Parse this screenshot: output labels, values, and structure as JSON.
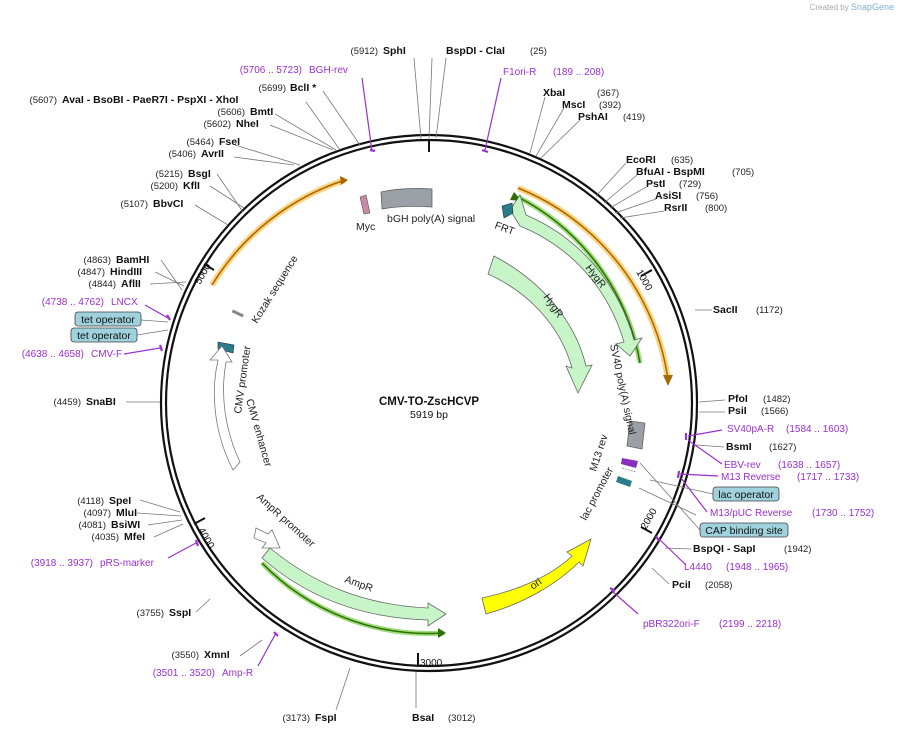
{
  "credit": {
    "prefix": "Created by",
    "brand": "SnapGene"
  },
  "plasmid": {
    "name": "CMV-TO-ZscHCVP",
    "length_label": "5919 bp"
  },
  "ticks": [
    "1000",
    "2000",
    "3000",
    "4000",
    "5000"
  ],
  "enzymes_right": [
    {
      "pre": "",
      "name": "XbaI",
      "pos": "(367)"
    },
    {
      "pre": "",
      "name": "MscI",
      "pos": "(392)"
    },
    {
      "pre": "",
      "name": "PshAI",
      "pos": "(419)"
    },
    {
      "pre": "",
      "name": "EcoRI",
      "pos": "(635)"
    },
    {
      "pre": "",
      "name": "BfuAI - BspMI",
      "pos": "(705)"
    },
    {
      "pre": "",
      "name": "PstI",
      "pos": "(729)"
    },
    {
      "pre": "",
      "name": "AsiSI",
      "pos": "(756)"
    },
    {
      "pre": "",
      "name": "RsrII",
      "pos": "(800)"
    },
    {
      "pre": "",
      "name": "SacII",
      "pos": "(1172)"
    },
    {
      "pre": "",
      "name": "PfoI",
      "pos": "(1482)"
    },
    {
      "pre": "",
      "name": "PsiI",
      "pos": "(1566)"
    },
    {
      "pre": "",
      "name": "BsmI",
      "pos": "(1627)"
    },
    {
      "pre": "",
      "name": "BspQI - SapI",
      "pos": "(1942)"
    },
    {
      "pre": "",
      "name": "PciI",
      "pos": "(2058)"
    },
    {
      "pre": "",
      "name": "BsaI",
      "pos": "(3012)"
    }
  ],
  "enzymes_left": [
    {
      "pos": "(5912)",
      "name": "SphI"
    },
    {
      "pos": "(5699)",
      "name": "BclI *"
    },
    {
      "pos": "(5607)",
      "name": "AvaI - BsoBI - PaeR7I - PspXI - XhoI"
    },
    {
      "pos": "(5606)",
      "name": "BmtI"
    },
    {
      "pos": "(5602)",
      "name": "NheI"
    },
    {
      "pos": "(5464)",
      "name": "FseI"
    },
    {
      "pos": "(5406)",
      "name": "AvrII"
    },
    {
      "pos": "(5215)",
      "name": "BsgI"
    },
    {
      "pos": "(5200)",
      "name": "KflI"
    },
    {
      "pos": "(5107)",
      "name": "BbvCI"
    },
    {
      "pos": "(4863)",
      "name": "BamHI"
    },
    {
      "pos": "(4847)",
      "name": "HindIII"
    },
    {
      "pos": "(4844)",
      "name": "AflII"
    },
    {
      "pos": "(4459)",
      "name": "SnaBI"
    },
    {
      "pos": "(4118)",
      "name": "SpeI"
    },
    {
      "pos": "(4097)",
      "name": "MluI"
    },
    {
      "pos": "(4081)",
      "name": "BsiWI"
    },
    {
      "pos": "(4035)",
      "name": "MfeI"
    },
    {
      "pos": "(3755)",
      "name": "SspI"
    },
    {
      "pos": "(3550)",
      "name": "XmnI"
    },
    {
      "pos": "(3173)",
      "name": "FspI"
    }
  ],
  "top_enzyme": {
    "name": "BspDI - ClaI",
    "pos": "(25)"
  },
  "primers": [
    {
      "name": "BGH-rev",
      "range": "(5706 .. 5723)"
    },
    {
      "name": "F1ori-R",
      "range": "(189 .. 208)"
    },
    {
      "name": "LNCX",
      "range": "(4738 .. 4762)"
    },
    {
      "name": "CMV-F",
      "range": "(4638 .. 4658)"
    },
    {
      "name": "SV40pA-R",
      "range": "(1584 .. 1603)"
    },
    {
      "name": "EBV-rev",
      "range": "(1638 .. 1657)"
    },
    {
      "name": "M13 Reverse",
      "range": "(1717 .. 1733)"
    },
    {
      "name": "M13/pUC Reverse",
      "range": "(1730 .. 1752)"
    },
    {
      "name": "L4440",
      "range": "(1948 .. 1965)"
    },
    {
      "name": "pBR322ori-F",
      "range": "(2199 .. 2218)"
    },
    {
      "name": "pRS-marker",
      "range": "(3918 .. 3937)"
    },
    {
      "name": "Amp-R",
      "range": "(3501 .. 3520)"
    }
  ],
  "boxes": [
    "tet operator",
    "tet operator",
    "lac operator",
    "CAP binding site"
  ],
  "features": [
    "Myc",
    "bGH poly(A) signal",
    "FRT",
    "HygR",
    "HygR",
    "Kozak sequence",
    "CMV promoter",
    "CMV enhancer",
    "SV40 poly(A) signal",
    "M13 rev",
    "lac promoter",
    "AmpR promoter",
    "AmpR",
    "ori"
  ],
  "colors": {
    "primer": "#9b30d0",
    "box_fill": "#9fd2dc",
    "feature_green": "#c8f5c8",
    "ori": "#ffff00",
    "orf_orange": "#ffd27f"
  }
}
